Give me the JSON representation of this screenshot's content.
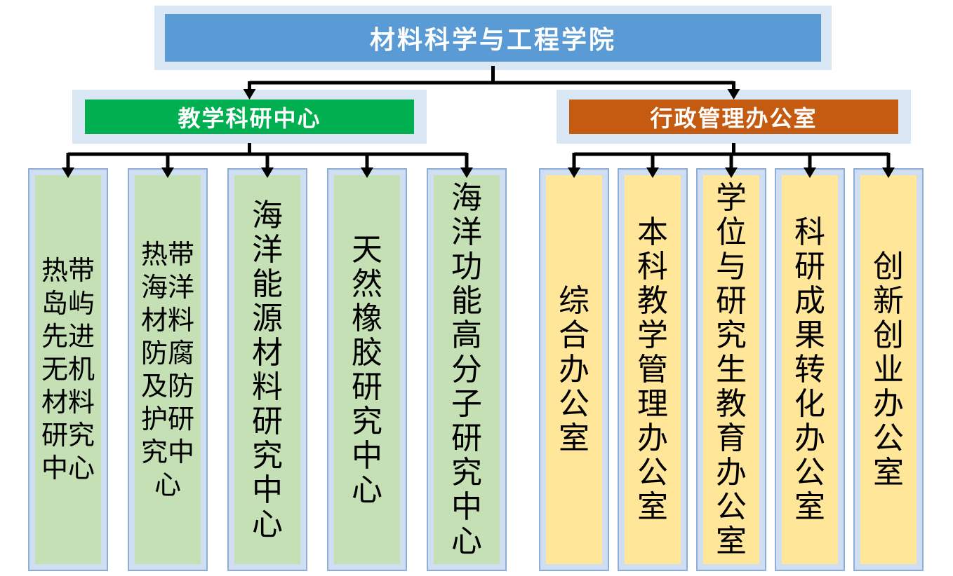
{
  "root": {
    "label": "材料科学与工程学院"
  },
  "branches": {
    "teaching": {
      "label": "教学科研中心"
    },
    "admin": {
      "label": "行政管理办公室"
    }
  },
  "teaching_centers": [
    {
      "label": "热带岛屿先进无机材料研究中心"
    },
    {
      "label": "热带海洋材料防腐及防护研究中心"
    },
    {
      "label": "海洋能源材料研究中心"
    },
    {
      "label": "天然橡胶研究中心"
    },
    {
      "label": "海洋功能高分子研究中心"
    }
  ],
  "admin_offices": [
    {
      "label": "综合办公室"
    },
    {
      "label": "本科教学管理办公室"
    },
    {
      "label": "学位与研究生教育办公室"
    },
    {
      "label": "科研成果转化办公室"
    },
    {
      "label": "创新创业办公室"
    }
  ],
  "colors": {
    "frame": "#d9e6f4",
    "root_fill": "#5b9bd5",
    "teaching_fill": "#00b050",
    "admin_fill": "#c55a11",
    "center_fill": "#c5e0b4",
    "office_fill": "#ffe699",
    "connector": "#000000"
  }
}
